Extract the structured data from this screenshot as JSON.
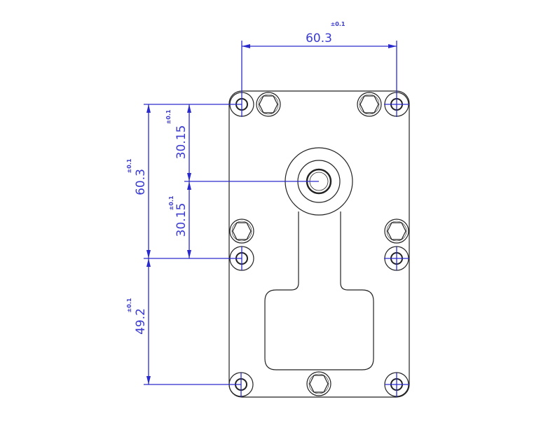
{
  "drawing": {
    "line_color": "#222222",
    "dimension_color": "#2a2acc",
    "dimensions": {
      "top_width": {
        "value": "60.3",
        "tolerance": "±0.1"
      },
      "left_upper_span": {
        "value": "60.3",
        "tolerance": "±0.1"
      },
      "shaft_upper": {
        "value": "30.15",
        "tolerance": "±0.1"
      },
      "shaft_lower": {
        "value": "30.15",
        "tolerance": "±0.1"
      },
      "left_lower_span": {
        "value": "49.2",
        "tolerance": "±0.1"
      }
    }
  }
}
